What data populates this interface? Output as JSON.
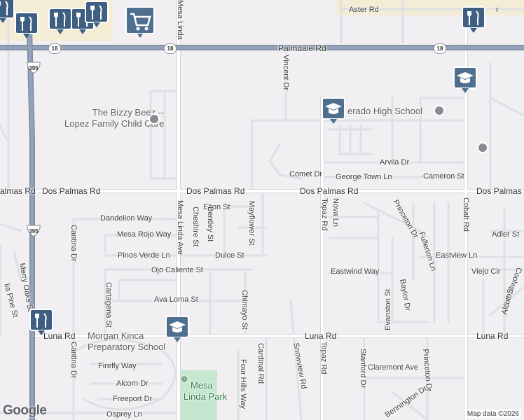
{
  "streets": {
    "aster_rd": "Aster Rd",
    "r_label_top": "r",
    "palmdale_rd": "Palmdale Rd",
    "vincent_dr": "Vincent Dr",
    "mesa_linda_top": "Mesa Linda",
    "arvila_dr": "Arvila Dr",
    "comet_dr": "Comet Dr",
    "george_town_ln": "George Town Ln",
    "cameron_st": "Cameron St",
    "dos_palmas_1": "Dos Palmas Rd",
    "dos_palmas_2": "Dos Palmas Rd",
    "dos_palmas_3": "Dos Palmas Rd",
    "dos_palmas_4": "Dos Palmas",
    "dos_palmas_left": "almas Rd",
    "elton_st": "Elton St",
    "mayflower_st": "Mayflower St",
    "topaz_rd": "Topaz Rd",
    "nova_ln": "Nova Ln",
    "princeton_dr_1": "Princeton Dr",
    "cobalt_rd": "Cobalt Rd",
    "dandelion_way": "Dandelion Way",
    "mesa_linda_ave": "Mesa Linda Ave",
    "cheshire_st": "Cheshire St",
    "bentley_st": "Bentley St",
    "mesa_rojo_way": "Mesa Rojo Way",
    "adler_st": "Adler St",
    "fullerton_ln": "Fullerton Ln",
    "cantina_dr_1": "Cantina Dr",
    "pinos_verde_ln": "Pinos Verde Ln",
    "dulce_st": "Dulce St",
    "eastview_ln": "Eastview Ln",
    "ojo_caliente_st": "Ojo Caliente St",
    "eastwind_way": "Eastwind Way",
    "viejo_cir": "Viejo Cir",
    "merry_oaks_st": "Merry Oaks St",
    "baylor_dr": "Baylor Dr",
    "coolwater_st": "Coolwater St",
    "alcott_st": "Alcott St",
    "evanston_st": "Evanston St",
    "ava_loma_st": "Ava Loma St",
    "cartagena_st": "Cartagena St",
    "chimayo_st": "Chimayo St",
    "lia_pine_st": "lia Pine St",
    "luna_rd_1": "Luna Rd",
    "luna_rd_2": "Luna Rd",
    "luna_rd_3": "Luna Rd",
    "cantina_dr_2": "Cantina Dr",
    "cardinal_rd": "Cardinal Rd",
    "snowview_rd": "Snowview Rd",
    "topaz_rd_2": "Topaz Rd",
    "stanford_dr": "Stanford Dr",
    "firefly_way": "Firefly Way",
    "four_hills_way": "Four Hills Way",
    "claremont_ave": "Claremont Ave",
    "princeton_dr_2": "Princeton Dr",
    "alcorn_dr": "Alcorn Dr",
    "freeport_dr": "Freeport Dr",
    "bennington_dr": "Bennington Dr",
    "osprey_ln": "Osprey Ln"
  },
  "pois": {
    "bizzy_beez_line1": "The Bizzy Beez --",
    "bizzy_beez_line2": "Lopez Family Child Care",
    "adelanto_high_school": "erado High School",
    "morgan_line1": "Morgan Kinca",
    "morgan_line2": "Preparatory School",
    "mesa_linda_park_line1": "Mesa",
    "mesa_linda_park_line2": "Linda Park"
  },
  "shields": {
    "route_18_a": "18",
    "route_18_b": "18",
    "route_18_c": "18",
    "us_395_top": "395",
    "us_395_mid": "395"
  },
  "attribution": "Map data ©2026",
  "logo": "Google",
  "colors": {
    "background": "#f1eff2",
    "road": "#ffffff",
    "road_casing": "#c9cdd3",
    "highway": "#8e9cb3",
    "highway_casing": "#7b8aa3",
    "school_pin": "#4f6f8f",
    "food_pin": "#3f5f82",
    "park": "#c7e8d0",
    "commercial": "#f2ecd3"
  }
}
